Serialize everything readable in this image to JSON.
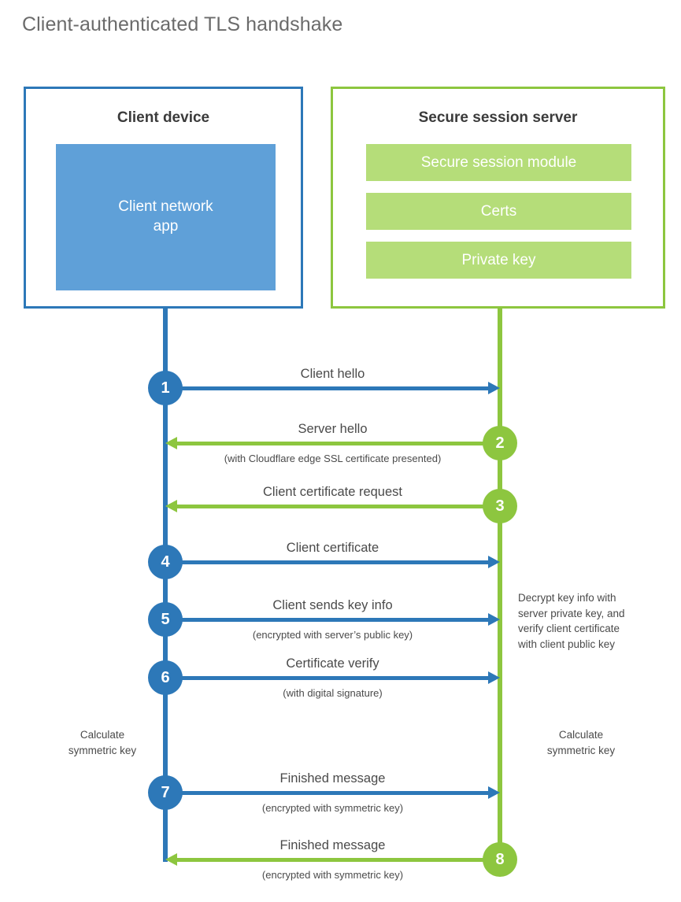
{
  "title": "Client-authenticated TLS handshake",
  "colors": {
    "blue_line": "#2d78b8",
    "blue_fill": "#5fa0d8",
    "green_line": "#8dc63f",
    "green_fill": "#b5dd79",
    "text": "#4a4a4a",
    "title_text": "#6b6b6b"
  },
  "client": {
    "title": "Client device",
    "app_label": "Client network\napp"
  },
  "server": {
    "title": "Secure session server",
    "components": [
      "Secure session module",
      "Certs",
      "Private key"
    ]
  },
  "steps": [
    {
      "number": "1",
      "label": "Client hello",
      "sublabel": "",
      "direction": "client-to-server",
      "color": "blue"
    },
    {
      "number": "2",
      "label": "Server hello",
      "sublabel": "(with Cloudflare edge SSL certificate presented)",
      "direction": "server-to-client",
      "color": "green"
    },
    {
      "number": "3",
      "label": "Client certificate request",
      "sublabel": "",
      "direction": "server-to-client",
      "color": "green"
    },
    {
      "number": "4",
      "label": "Client certificate",
      "sublabel": "",
      "direction": "client-to-server",
      "color": "blue"
    },
    {
      "number": "5",
      "label": "Client sends key info",
      "sublabel": "(encrypted with server’s public key)",
      "direction": "client-to-server",
      "color": "blue"
    },
    {
      "number": "6",
      "label": "Certificate verify",
      "sublabel": "(with digital signature)",
      "direction": "client-to-server",
      "color": "blue"
    },
    {
      "number": "7",
      "label": "Finished message",
      "sublabel": "(encrypted with symmetric key)",
      "direction": "client-to-server",
      "color": "blue"
    },
    {
      "number": "8",
      "label": "Finished message",
      "sublabel": "(encrypted with symmetric key)",
      "direction": "server-to-client",
      "color": "green"
    }
  ],
  "notes": {
    "server_decrypt": "Decrypt key info with\nserver private key, and\nverify client certificate\nwith client public key",
    "client_calculate": "Calculate\nsymmetric key",
    "server_calculate": "Calculate\nsymmetric key"
  }
}
